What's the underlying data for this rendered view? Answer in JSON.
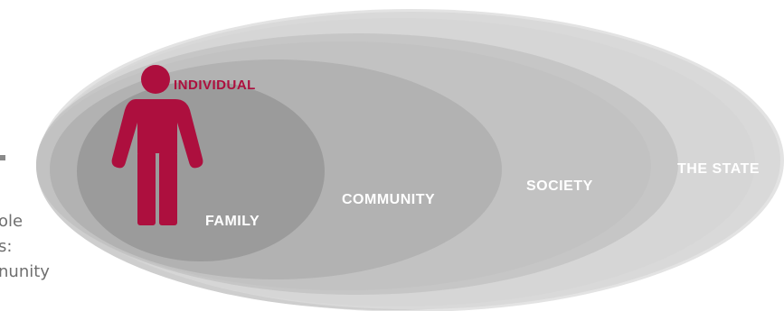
{
  "diagram": {
    "levels": [
      {
        "label": "THE STATE",
        "fill": "#d9d9d9",
        "text_color": "#ffffff"
      },
      {
        "label": "SOCIETY",
        "fill": "#c6c6c6",
        "text_color": "#ffffff"
      },
      {
        "label": "COMMUNITY",
        "fill": "#b2b2b2",
        "text_color": "#ffffff"
      },
      {
        "label": "FAMILY",
        "fill": "#9b9b9b",
        "text_color": "#ffffff"
      }
    ],
    "center": {
      "label": "INDIVIDUAL",
      "fill": "#ad0f3e",
      "text_color": "#ad0f3e"
    },
    "outer_rings": [
      "#e2e2e2",
      "#d6d6d6",
      "#cacaca"
    ]
  },
  "side_text": {
    "lines": [
      "ole",
      "s:",
      "nunity"
    ],
    "color": "#6f6f6f"
  }
}
